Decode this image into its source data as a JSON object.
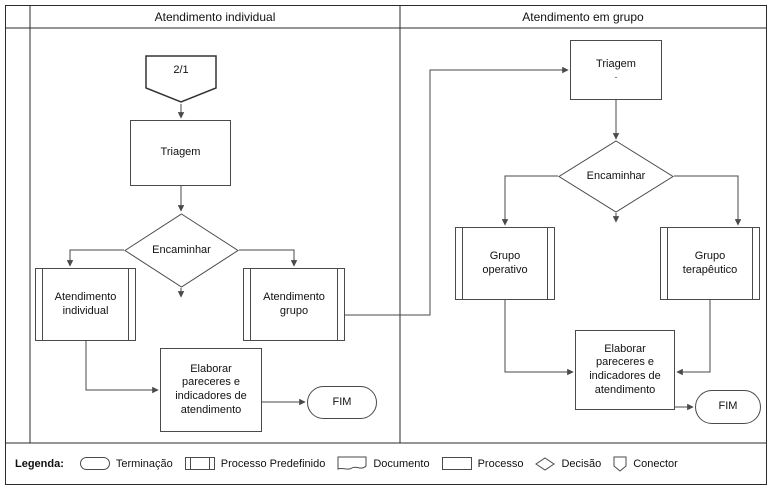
{
  "header": {
    "lane1": "Atendimento individual",
    "lane2": "Atendimento em grupo"
  },
  "individual": {
    "connector": "2/1",
    "triagem": "Triagem",
    "decision": "Encaminhar",
    "box_individual": "Atendimento individual",
    "box_grupo": "Atendimento grupo",
    "elaborar": "Elaborar pareceres e indicadores de atendimento",
    "fim": "FIM"
  },
  "grupo": {
    "triagem": "Triagem",
    "triagem_mark": "-",
    "decision": "Encaminhar",
    "box_operativo": "Grupo operativo",
    "box_terapeutico": "Grupo terapêutico",
    "elaborar": "Elaborar pareceres e indicadores de atendimento",
    "fim": "FIM"
  },
  "legend": {
    "title": "Legenda:",
    "items": [
      {
        "icon": "terminator-shape-icon",
        "label": "Terminação"
      },
      {
        "icon": "predefined-process-shape-icon",
        "label": "Processo Predefinido"
      },
      {
        "icon": "document-shape-icon",
        "label": "Documento"
      },
      {
        "icon": "process-shape-icon",
        "label": "Processo"
      },
      {
        "icon": "decision-shape-icon",
        "label": "Decisão"
      },
      {
        "icon": "connector-shape-icon",
        "label": "Conector"
      }
    ]
  },
  "colors": {
    "line": "#4a4a4a",
    "border": "#2b2b2b",
    "text": "#111111"
  }
}
